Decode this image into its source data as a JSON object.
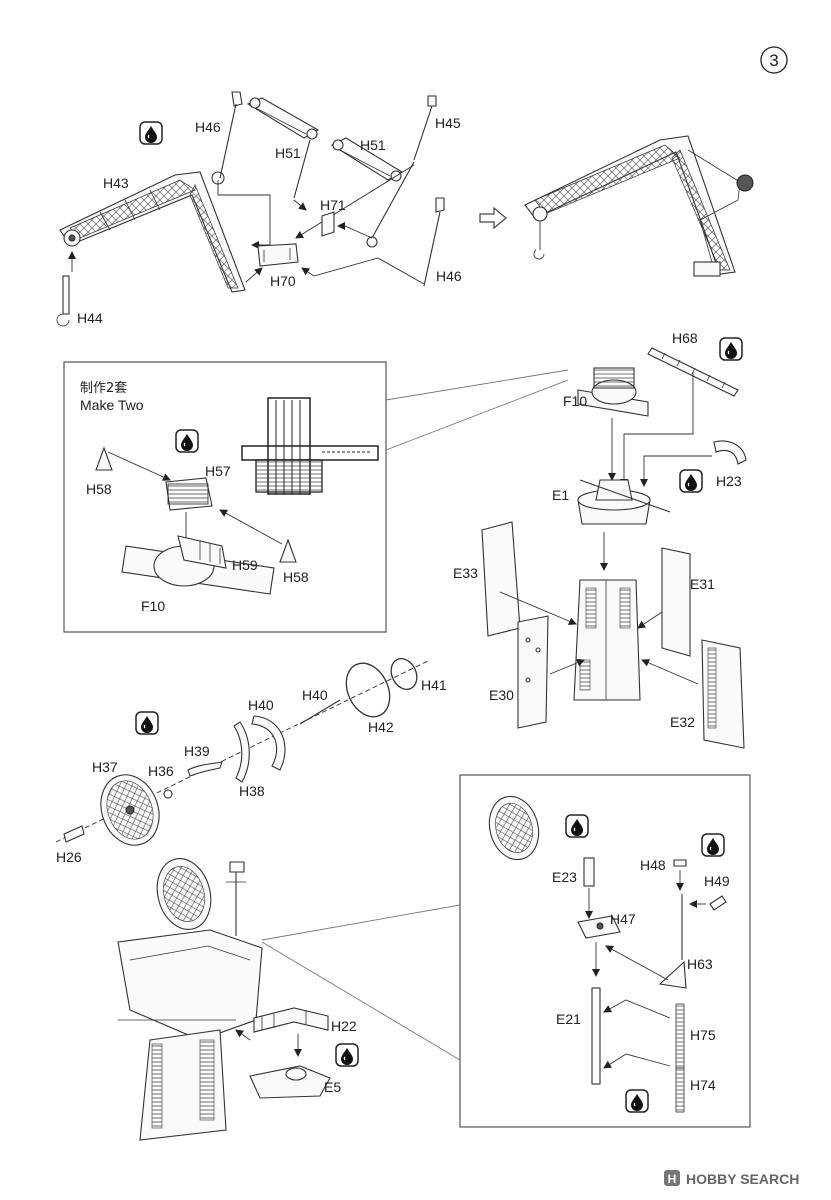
{
  "step_number": "3",
  "labels": {
    "H46a": "H46",
    "H51a": "H51",
    "H45": "H45",
    "H51b": "H51",
    "H43": "H43",
    "H71": "H71",
    "H70": "H70",
    "H46b": "H46",
    "H44": "H44",
    "H68": "H68",
    "F10a": "F10",
    "E1": "E1",
    "H23": "H23",
    "E33": "E33",
    "E31": "E31",
    "E30": "E30",
    "E32": "E32",
    "make_two_cn": "制作2套",
    "make_two_en": "Make Two",
    "H57": "H57",
    "H58a": "H58",
    "H58b": "H58",
    "H59": "H59",
    "F10b": "F10",
    "H40a": "H40",
    "H40b": "H40",
    "H41": "H41",
    "H42": "H42",
    "H39": "H39",
    "H38": "H38",
    "H37": "H37",
    "H36": "H36",
    "H26": "H26",
    "H22": "H22",
    "E5": "E5",
    "E23": "E23",
    "H48": "H48",
    "H49": "H49",
    "H47": "H47",
    "H63": "H63",
    "E21": "E21",
    "H75": "H75",
    "H74": "H74"
  },
  "icons": {
    "glue": "glue-drop-icon",
    "direction": "hollow-arrow-icon"
  },
  "watermark": "HOBBY SEARCH",
  "watermark_logo": "H"
}
